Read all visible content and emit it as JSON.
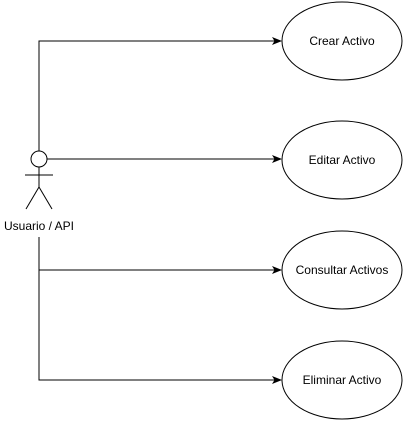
{
  "actor": {
    "label": "Usuario / API"
  },
  "use_cases": [
    {
      "label": "Crear Activo"
    },
    {
      "label": "Editar Activo"
    },
    {
      "label": "Consultar Activos"
    },
    {
      "label": "Eliminar Activo"
    }
  ],
  "colors": {
    "stroke": "#000000",
    "fill": "#ffffff",
    "text": "#000000"
  }
}
